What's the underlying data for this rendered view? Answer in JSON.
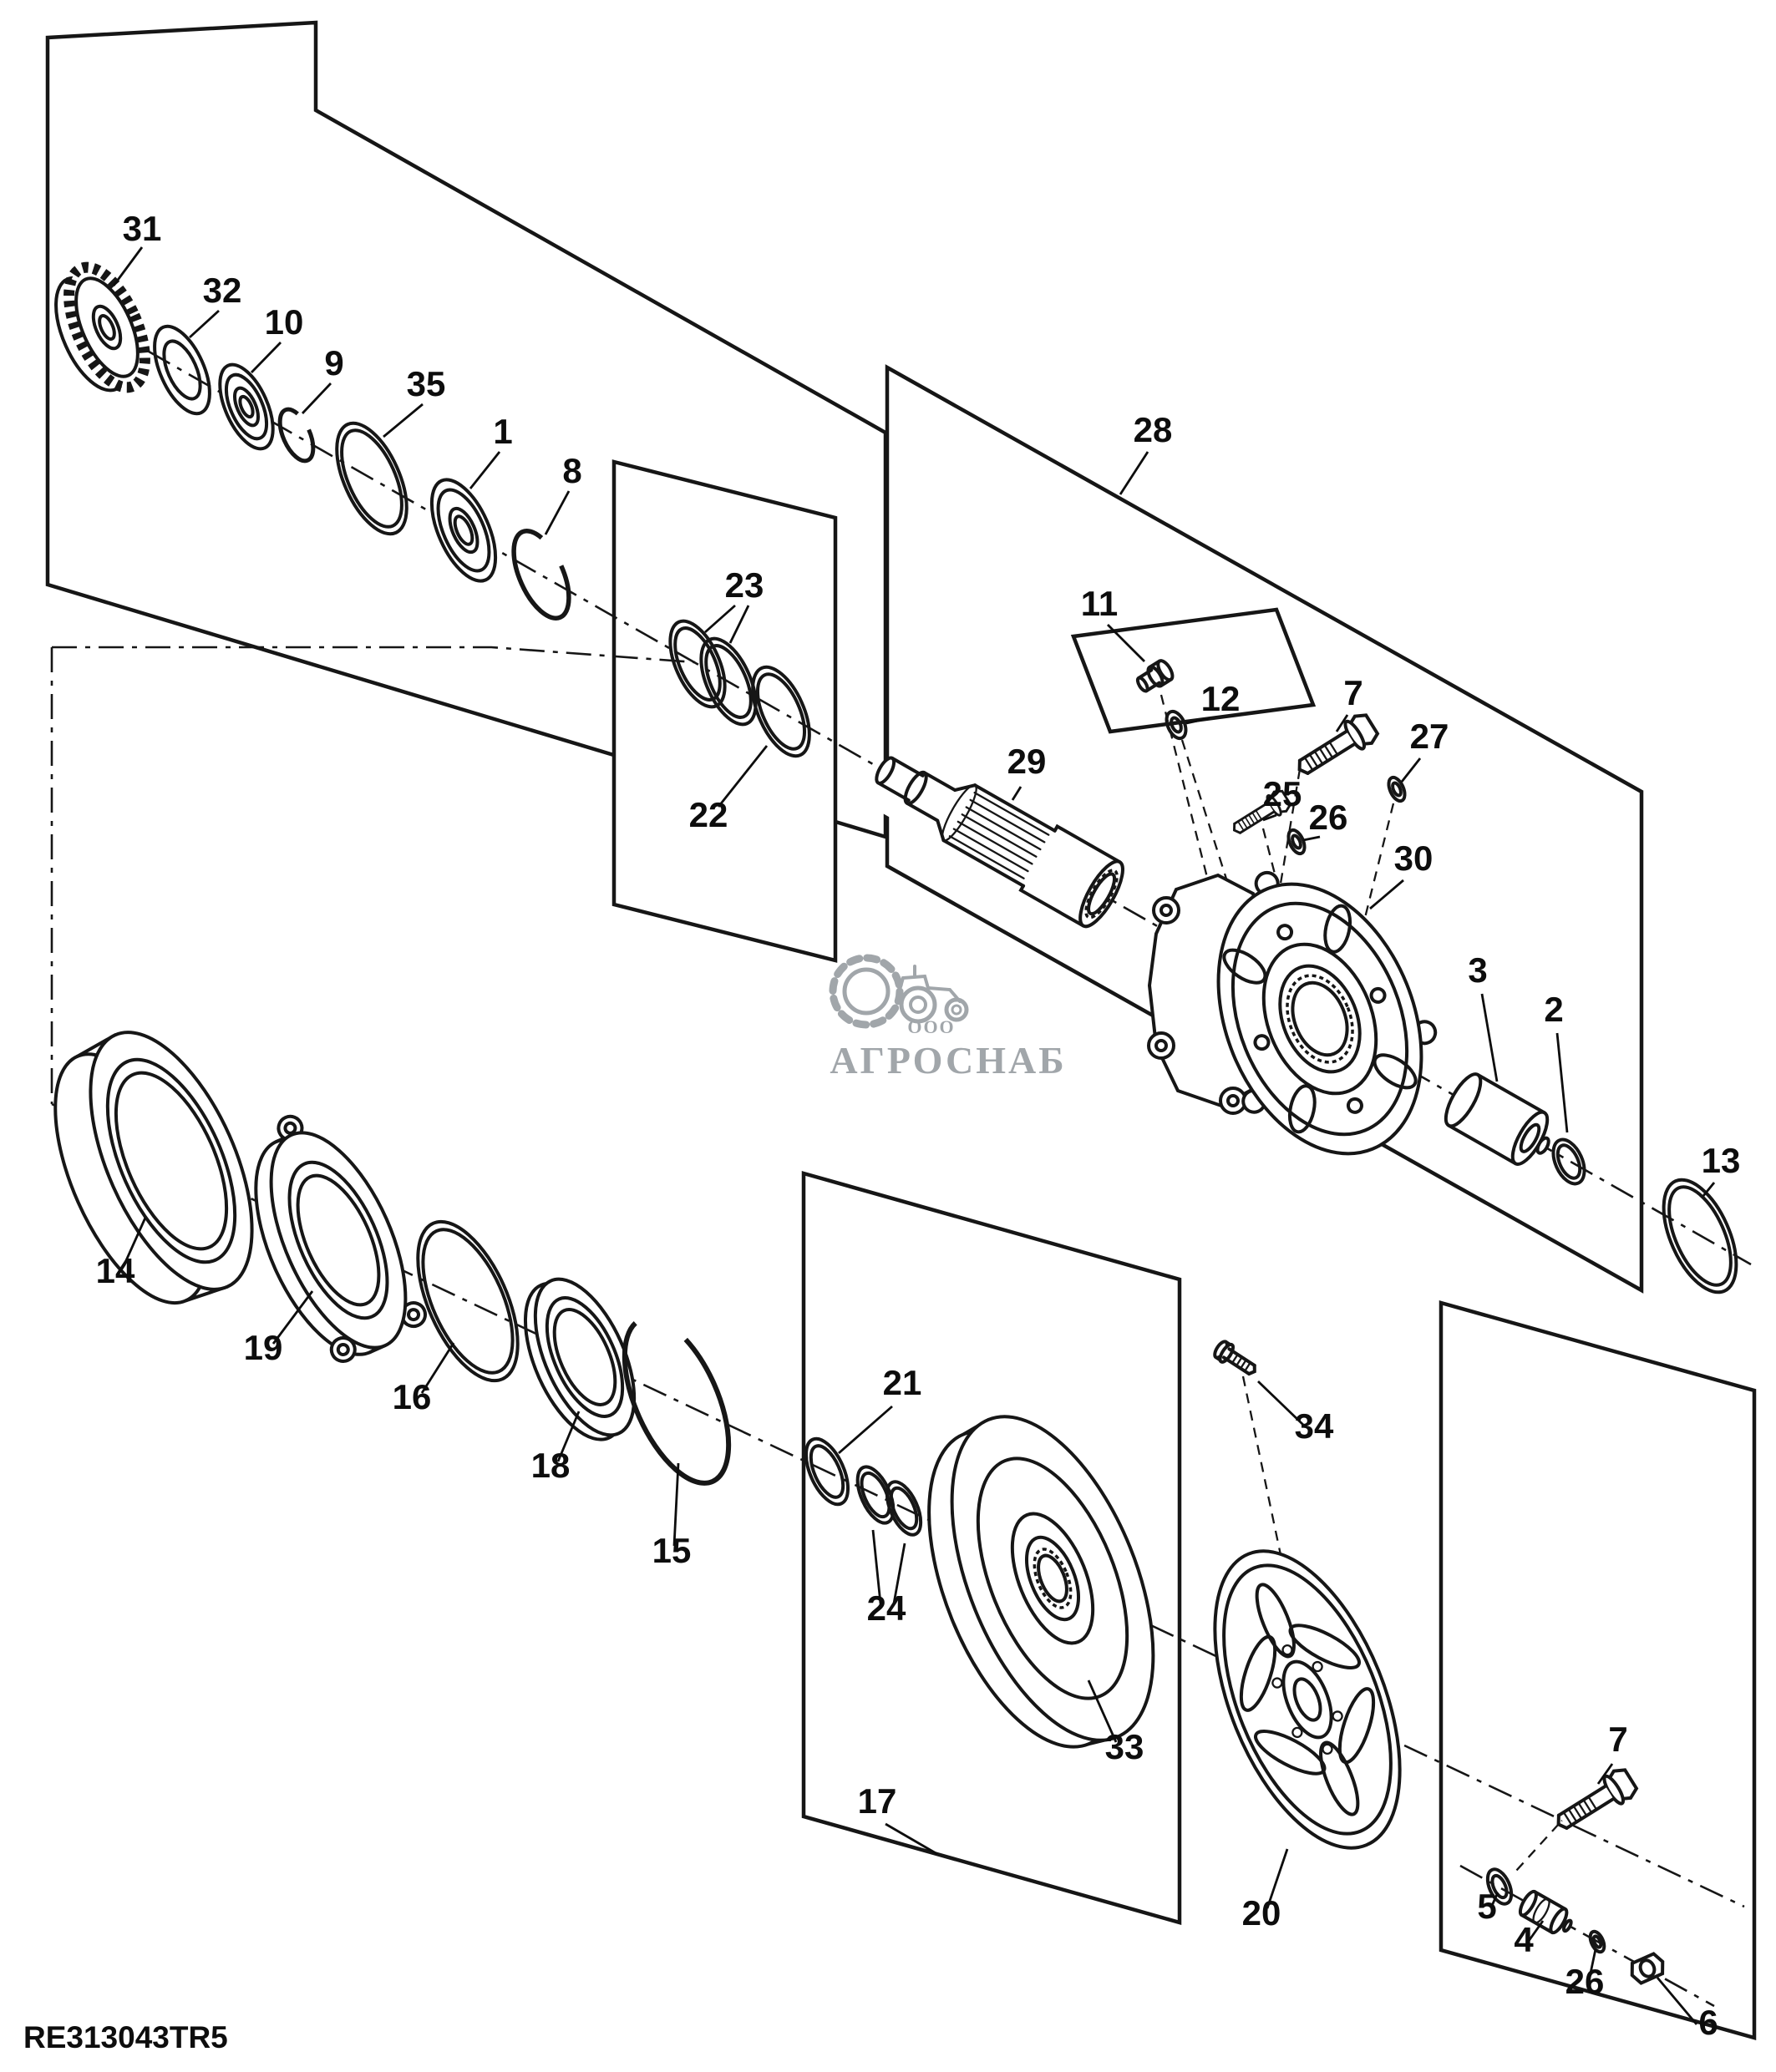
{
  "document": {
    "reference": "RE313043TR5"
  },
  "watermark": {
    "org_prefix": "ООО",
    "org_name": "АГРОСНАБ"
  },
  "callouts": {
    "c31": "31",
    "c32": "32",
    "c10": "10",
    "c9": "9",
    "c35": "35",
    "c1": "1",
    "c8": "8",
    "c23": "23",
    "c22": "22",
    "c28": "28",
    "c11": "11",
    "c12": "12",
    "c7a": "7",
    "c27": "27",
    "c29": "29",
    "c25": "25",
    "c26a": "26",
    "c30": "30",
    "c3": "3",
    "c2": "2",
    "c13": "13",
    "c14": "14",
    "c19": "19",
    "c16": "16",
    "c18": "18",
    "c15": "15",
    "c21": "21",
    "c24": "24",
    "c34": "34",
    "c33": "33",
    "c17": "17",
    "c20": "20",
    "c7b": "7",
    "c5": "5",
    "c4": "4",
    "c26b": "26",
    "c6": "6"
  }
}
